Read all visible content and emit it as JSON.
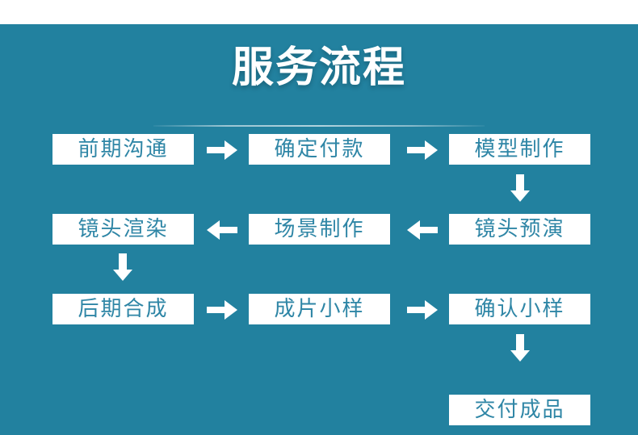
{
  "poster": {
    "title": "服务流程",
    "background_color": "#22819f",
    "node_background_color": "#ffffff",
    "node_text_color": "#2f86a6",
    "title_color": "#ffffff"
  },
  "flow": {
    "rows": [
      {
        "row_index": 1,
        "nodes": [
          {
            "label": "前期沟通"
          },
          {
            "label": "确定付款"
          },
          {
            "label": "模型制作"
          }
        ],
        "connectors": [
          {
            "direction": "right",
            "icon": "arrow-right-icon"
          },
          {
            "direction": "right",
            "icon": "arrow-right-icon"
          }
        ]
      },
      {
        "row_index": 2,
        "nodes": [
          {
            "label": "镜头渲染"
          },
          {
            "label": "场景制作"
          },
          {
            "label": "镜头预演"
          }
        ],
        "connectors": [
          {
            "direction": "left",
            "icon": "arrow-left-icon"
          },
          {
            "direction": "left",
            "icon": "arrow-left-icon"
          }
        ]
      },
      {
        "row_index": 3,
        "nodes": [
          {
            "label": "后期合成"
          },
          {
            "label": "成片小样"
          },
          {
            "label": "确认小样"
          }
        ],
        "connectors": [
          {
            "direction": "right",
            "icon": "arrow-right-icon"
          },
          {
            "direction": "right",
            "icon": "arrow-right-icon"
          }
        ]
      },
      {
        "row_index": 4,
        "nodes": [
          {
            "label": "交付成品"
          }
        ],
        "connectors": []
      }
    ],
    "vertical_connectors": [
      {
        "from": "模型制作",
        "to": "镜头预演",
        "direction": "down",
        "icon": "arrow-down-icon"
      },
      {
        "from": "镜头渲染",
        "to": "后期合成",
        "direction": "down",
        "icon": "arrow-down-icon"
      },
      {
        "from": "确认小样",
        "to": "交付成品",
        "direction": "down",
        "icon": "arrow-down-icon"
      }
    ]
  }
}
